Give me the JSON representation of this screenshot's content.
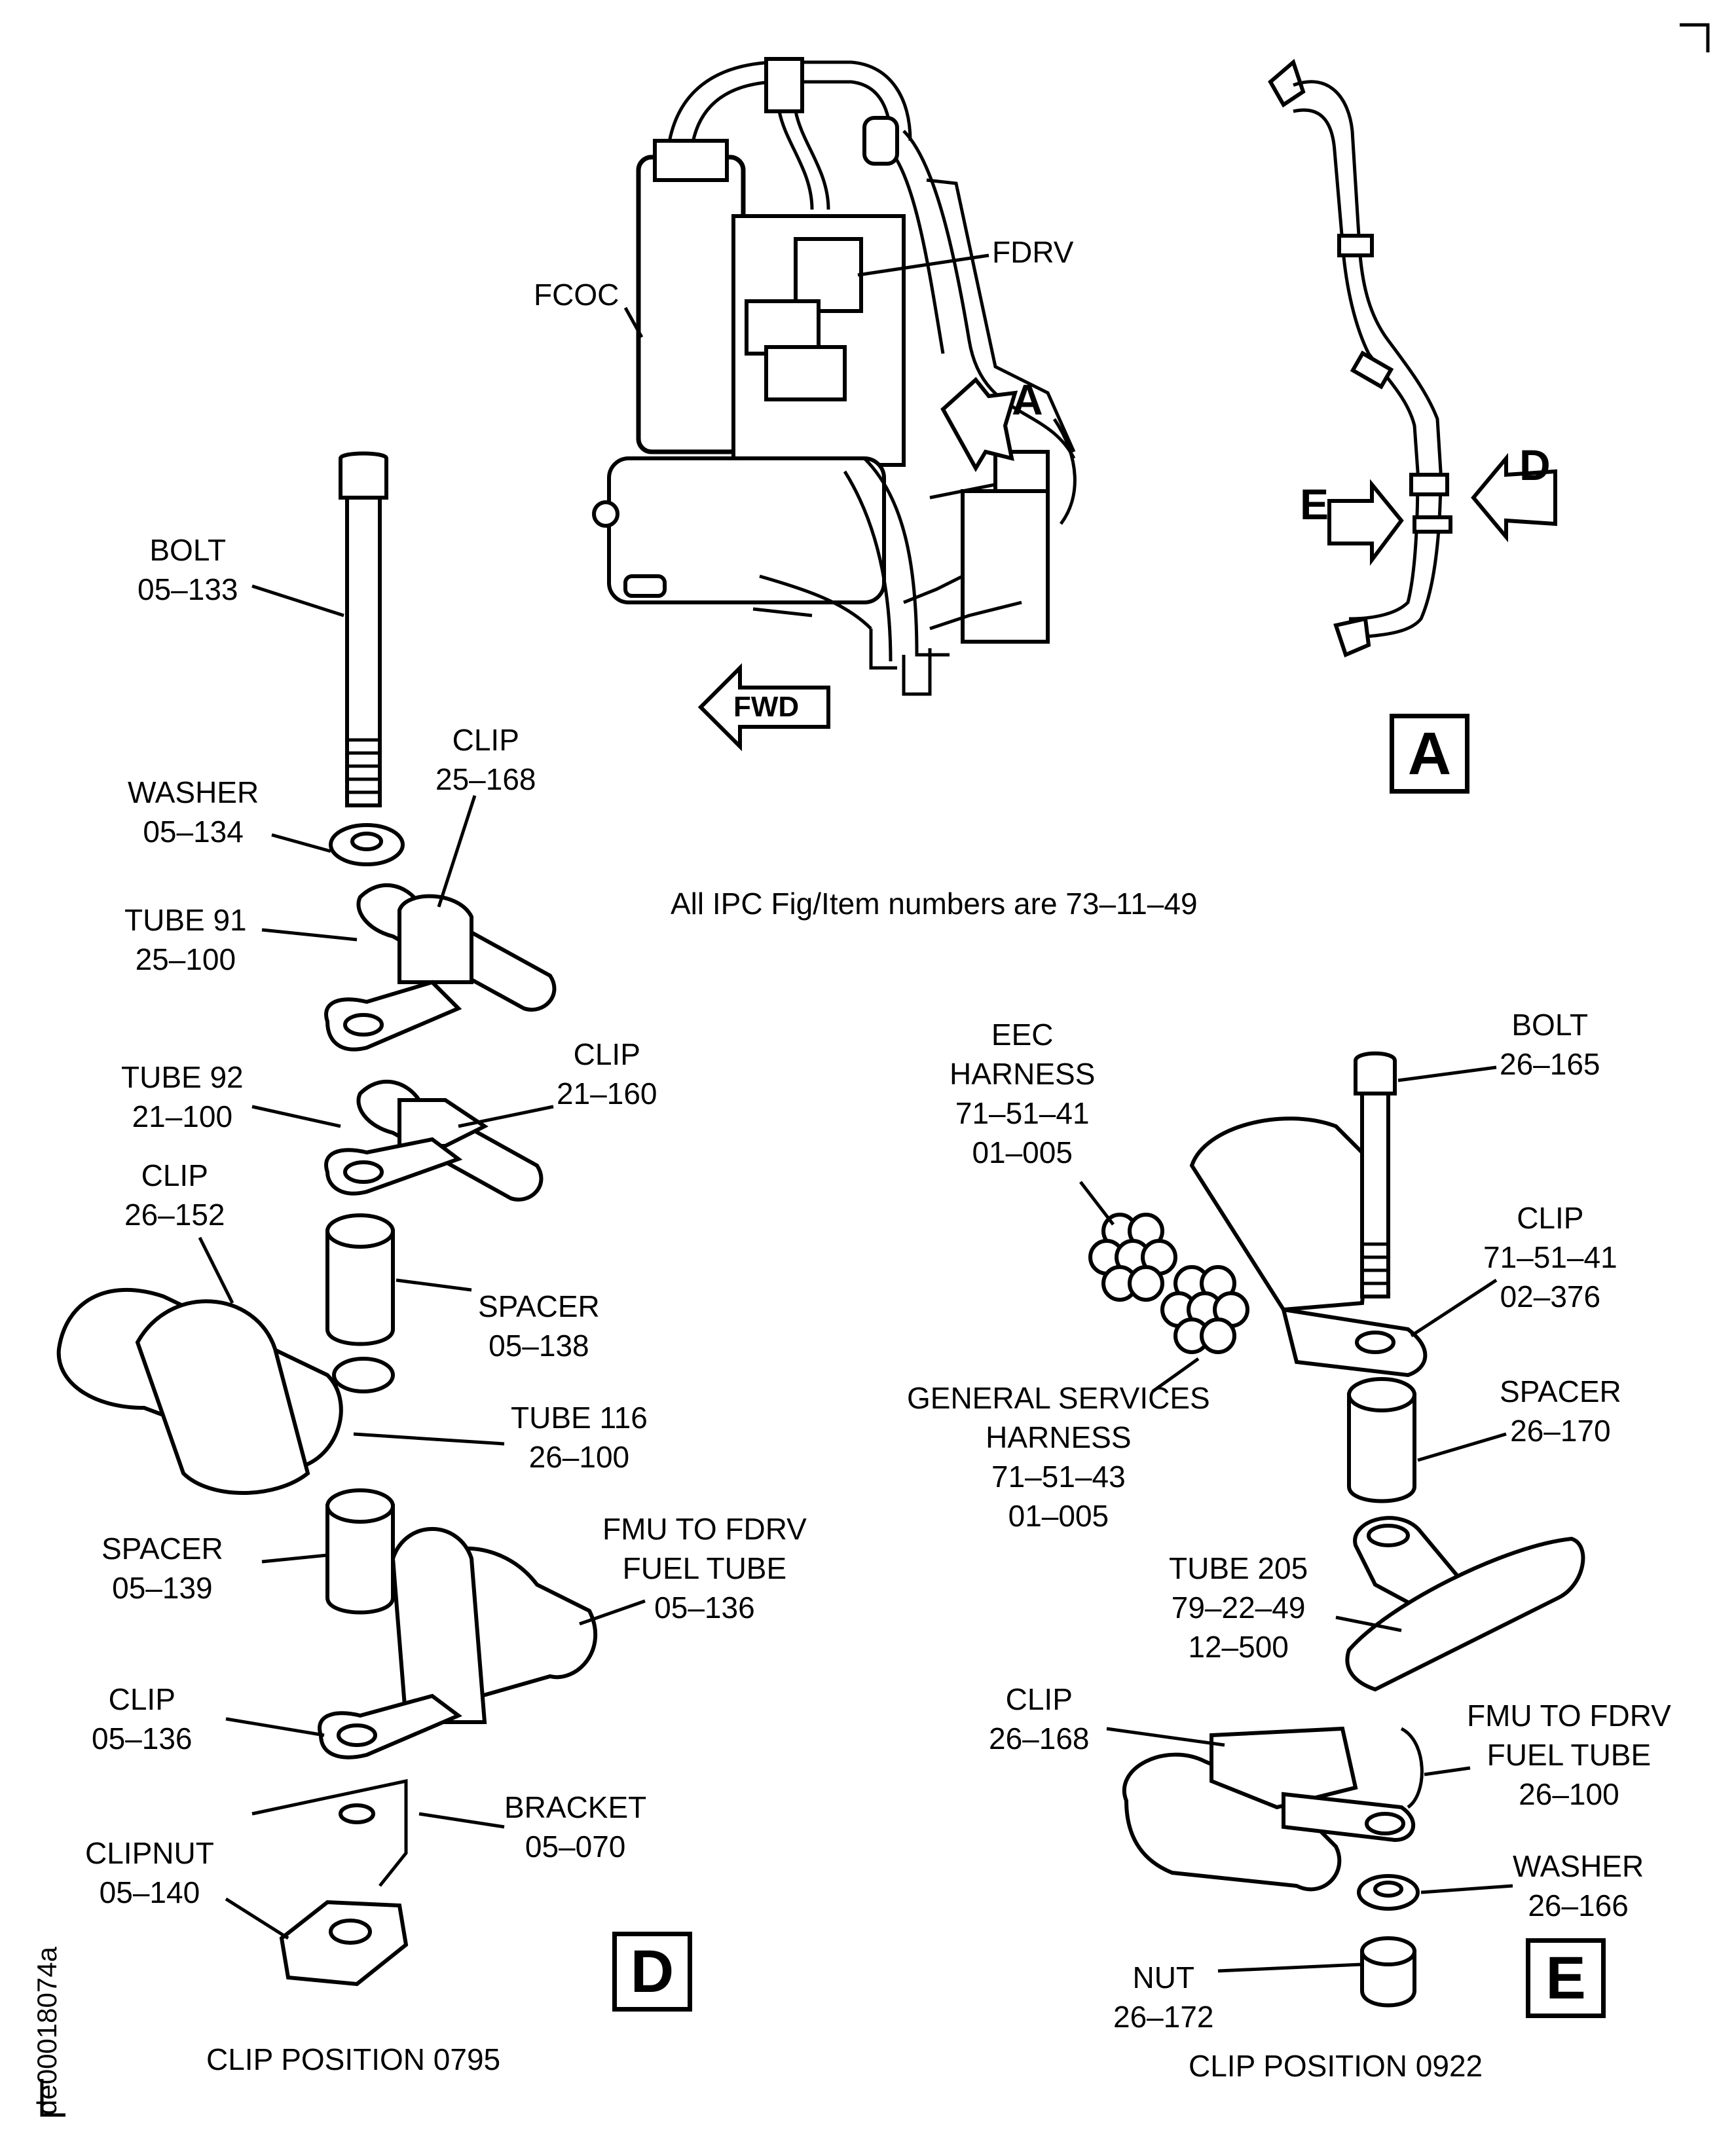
{
  "header_note": "All IPC Fig/Item numbers are 73–11–49",
  "overview": {
    "labels": {
      "fcoc": "FCOC",
      "fdrv": "FDRV",
      "a_arrow": "A",
      "fwd": "FWD"
    }
  },
  "view_a": {
    "box": "A",
    "labels": {
      "d_arrow": "D",
      "e_arrow": "E"
    }
  },
  "view_d": {
    "box": "D",
    "caption": "CLIP POSITION 0795",
    "labels": {
      "bolt": "BOLT\n05–133",
      "washer": "WASHER\n05–134",
      "clip_25_168": "CLIP\n25–168",
      "tube91": "TUBE 91\n25–100",
      "tube92": "TUBE 92\n21–100",
      "clip_21_160": "CLIP\n21–160",
      "clip_26_152": "CLIP\n26–152",
      "spacer_05_138": "SPACER\n05–138",
      "tube116": "TUBE 116\n26–100",
      "spacer_05_139": "SPACER\n05–139",
      "fmu_fuel_tube": "FMU TO FDRV\nFUEL TUBE\n05–136",
      "clip_05_136": "CLIP\n05–136",
      "bracket": "BRACKET\n05–070",
      "clipnut": "CLIPNUT\n05–140"
    }
  },
  "view_e": {
    "box": "E",
    "caption": "CLIP POSITION 0922",
    "labels": {
      "eec_harness": "EEC\nHARNESS\n71–51–41\n01–005",
      "bolt": "BOLT\n26–165",
      "clip_71_51_41": "CLIP\n71–51–41\n02–376",
      "gs_harness": "GENERAL SERVICES\nHARNESS\n71–51–43\n01–005",
      "spacer_26_170": "SPACER\n26–170",
      "tube205": "TUBE 205\n79–22–49\n12–500",
      "clip_26_168": "CLIP\n26–168",
      "fmu_fuel_tube": "FMU TO FDRV\nFUEL TUBE\n26–100",
      "washer": "WASHER\n26–166",
      "nut": "NUT\n26–172"
    }
  },
  "figure_id": "de00018074a"
}
